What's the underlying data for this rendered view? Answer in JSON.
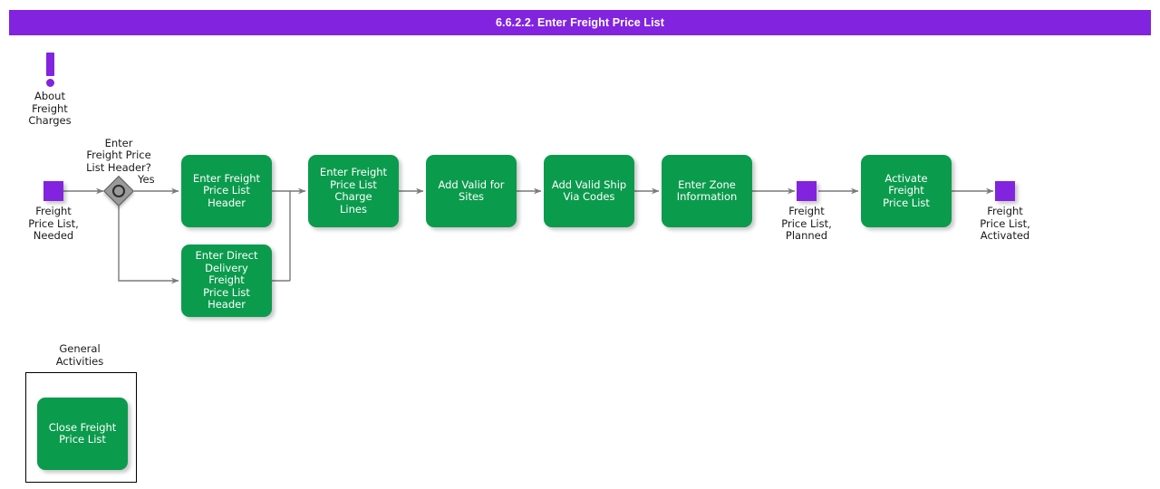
{
  "header": {
    "title": "6.6.2.2. Enter Freight Price List",
    "bar_color": "#8223e0",
    "title_color": "#ffffff"
  },
  "palette": {
    "task_green": "#0b9b4d",
    "event_purple": "#8223e0",
    "gateway_gray": "#9a9a9a",
    "connector_gray": "#7a7a7a",
    "text_dark": "#1a1a1a"
  },
  "diagram": {
    "type": "bpmn-process-flow",
    "annotation": {
      "icon": "exclamation-mark-icon",
      "label": "About\nFreight\nCharges"
    },
    "start_event": {
      "label": "Freight\nPrice List,\nNeeded",
      "shape": "square",
      "color": "#8223e0"
    },
    "gateway": {
      "label": "Enter\nFreight Price\nList Header?",
      "type": "inclusive-or-gateway",
      "yes_label": "Yes"
    },
    "tasks": [
      {
        "id": "enter-freight-price-list-header",
        "label": "Enter Freight\nPrice List Header"
      },
      {
        "id": "enter-direct-delivery-freight-price-list-header",
        "label": "Enter Direct\nDelivery Freight\nPrice List Header"
      },
      {
        "id": "enter-freight-price-list-charge-lines",
        "label": "Enter Freight\nPrice List Charge\nLines"
      },
      {
        "id": "add-valid-for-sites",
        "label": "Add Valid for\nSites"
      },
      {
        "id": "add-valid-ship-via-codes",
        "label": "Add Valid Ship\nVia Codes"
      },
      {
        "id": "enter-zone-information",
        "label": "Enter Zone\nInformation"
      },
      {
        "id": "activate-freight-price-list",
        "label": "Activate Freight\nPrice List"
      }
    ],
    "intermediate_event": {
      "label": "Freight\nPrice List,\nPlanned",
      "shape": "square",
      "color": "#8223e0"
    },
    "end_event": {
      "label": "Freight\nPrice List,\nActivated",
      "shape": "square",
      "color": "#8223e0"
    },
    "group": {
      "title": "General\nActivities",
      "tasks": [
        {
          "id": "close-freight-price-list",
          "label": "Close Freight\nPrice List"
        }
      ]
    }
  }
}
